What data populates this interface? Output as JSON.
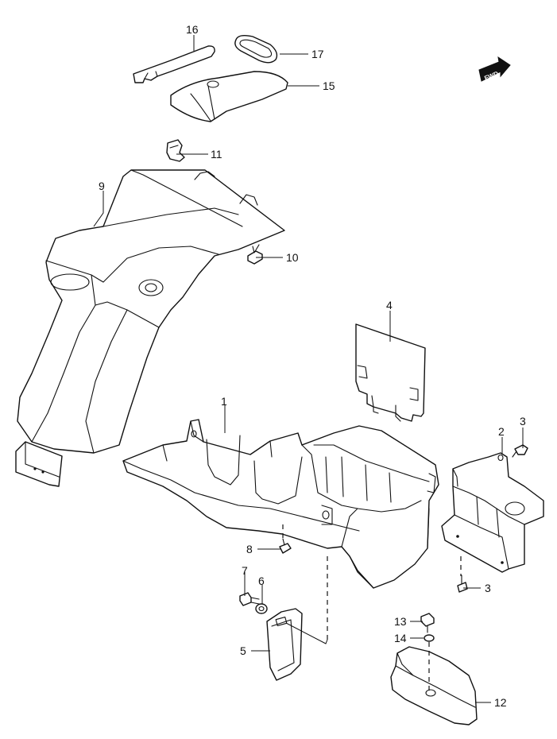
{
  "fwd_label": "FWD",
  "callouts": {
    "c1": "1",
    "c2": "2",
    "c3a": "3",
    "c3b": "3",
    "c4": "4",
    "c5": "5",
    "c6": "6",
    "c7": "7",
    "c8": "8",
    "c9": "9",
    "c10": "10",
    "c11": "11",
    "c12": "12",
    "c13": "13",
    "c14": "14",
    "c15": "15",
    "c16": "16",
    "c17": "17"
  }
}
